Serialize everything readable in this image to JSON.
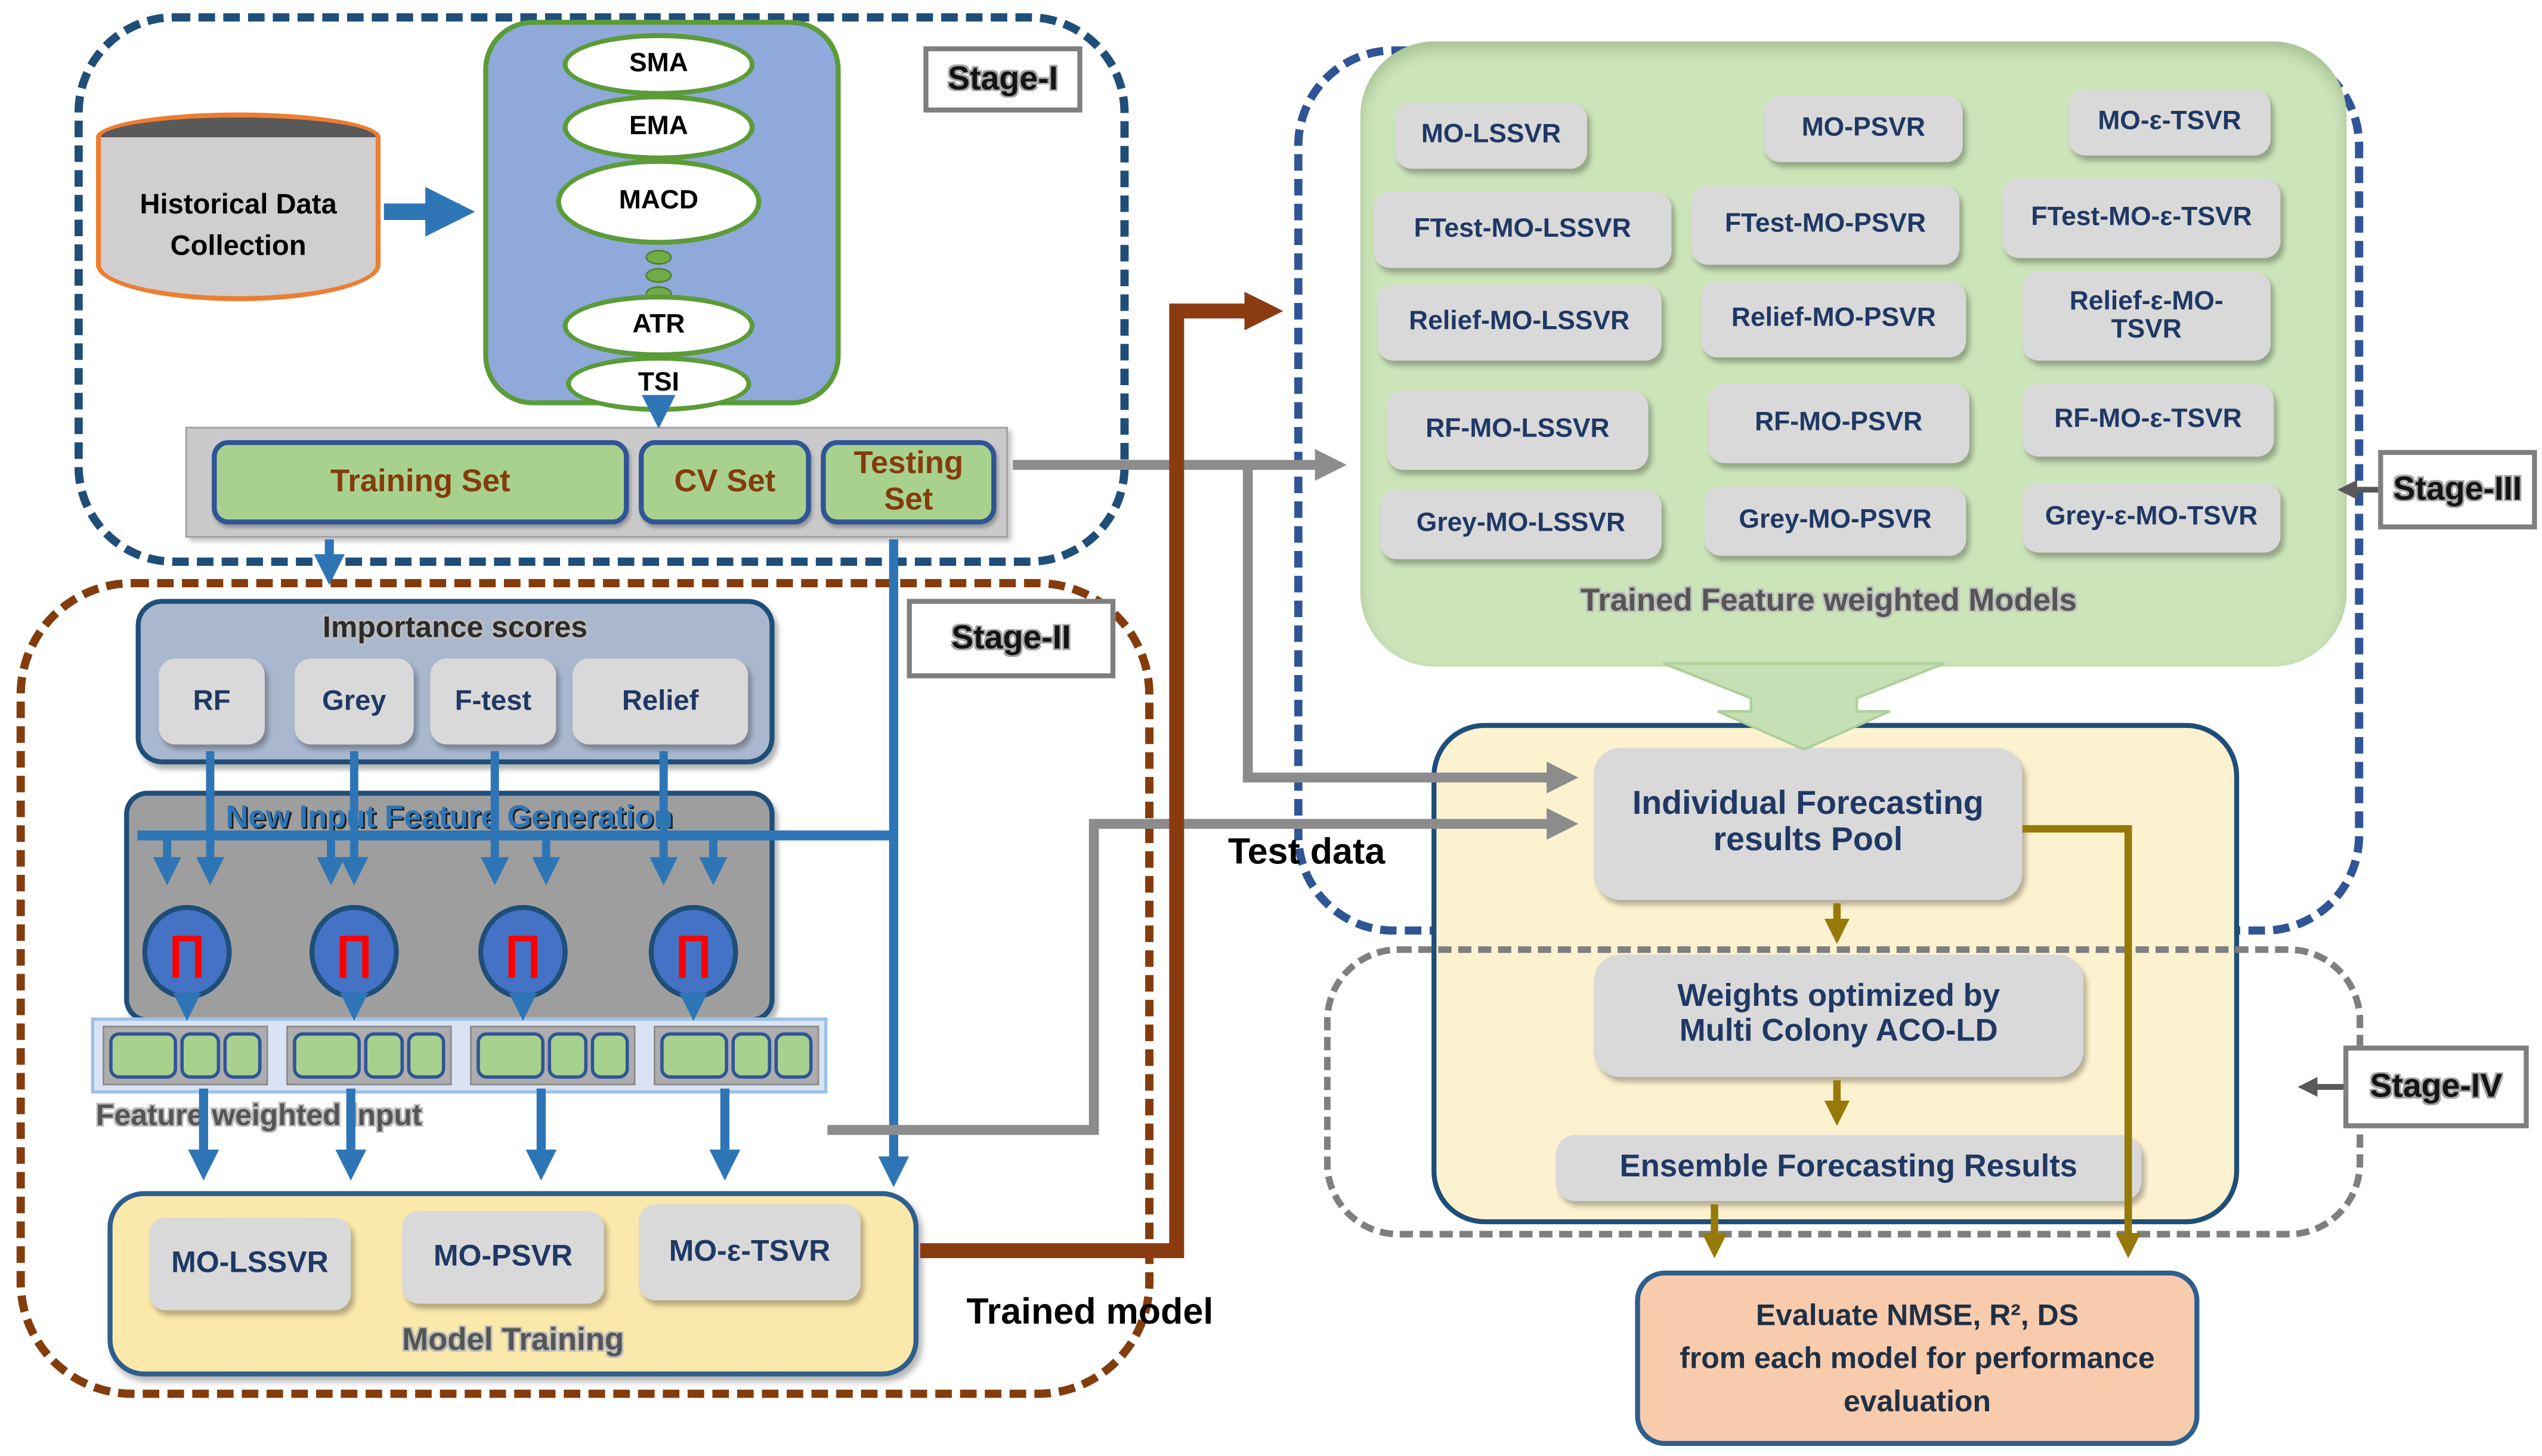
{
  "stage1": {
    "label": "Stage-I",
    "historical_data": {
      "line1": "Historical Data",
      "line2": "Collection"
    },
    "indicators": [
      "SMA",
      "EMA",
      "MACD",
      "ATR",
      "TSI"
    ],
    "datasets": [
      "Training Set",
      "CV Set",
      "Testing Set"
    ]
  },
  "stage2": {
    "label": "Stage-II",
    "importance_title": "Importance scores",
    "feature_selectors": [
      "RF",
      "Grey",
      "F-test",
      "Relief"
    ],
    "generation_title": "New Input Feature Generation",
    "product_symbol": "∏",
    "feature_weighted_label": "Feature weighted Input",
    "training_models": [
      "MO-LSSVR",
      "MO-PSVR",
      "MO-ε-TSVR"
    ],
    "model_training_label": "Model Training"
  },
  "stage3": {
    "label": "Stage-III",
    "trained_models": [
      [
        "MO-LSSVR",
        "MO-PSVR",
        "MO-ε-TSVR"
      ],
      [
        "FTest-MO-LSSVR",
        "FTest-MO-PSVR",
        "FTest-MO-ε-TSVR"
      ],
      [
        "Relief-MO-LSSVR",
        "Relief-MO-PSVR",
        "Relief-ε-MO-TSVR"
      ],
      [
        "RF-MO-LSSVR",
        "RF-MO-PSVR",
        "RF-MO-ε-TSVR"
      ],
      [
        "Grey-MO-LSSVR",
        "Grey-MO-PSVR",
        "Grey-ε-MO-TSVR"
      ]
    ],
    "trained_models_label": "Trained Feature weighted Models",
    "pool": {
      "line1": "Individual Forecasting",
      "line2": "results Pool"
    }
  },
  "stage4": {
    "label": "Stage-IV",
    "weights": {
      "line1": "Weights optimized by",
      "line2": "Multi Colony ACO-LD"
    },
    "ensemble": "Ensemble Forecasting Results"
  },
  "evaluation": {
    "line1": "Evaluate NMSE, R², DS",
    "line2": "from each model for performance",
    "line3": "evaluation"
  },
  "annotations": {
    "trained_model": "Trained model",
    "test_data": "Test data"
  },
  "colors": {
    "stage1_border": "#1f4e79",
    "stage2_border": "#843c0c",
    "stage3_border": "#2f5597",
    "stage4_border": "#7f7f7f",
    "dataset_fill": "#a9d18e",
    "indicator_panel_fill": "#8fa9db",
    "models_panel_fill": "#cbe4b8",
    "training_panel_fill": "#fbe9ab",
    "results_panel_fill": "#fdf2d0",
    "evaluation_fill": "#f8cbad",
    "chip_fill": "#d9d9d9",
    "arrow_blue": "#2e75b6",
    "arrow_gray": "#8c8c8c",
    "arrow_brown": "#8a3c10",
    "arrow_olive": "#97790a",
    "product_symbol_color": "#ff0000"
  }
}
